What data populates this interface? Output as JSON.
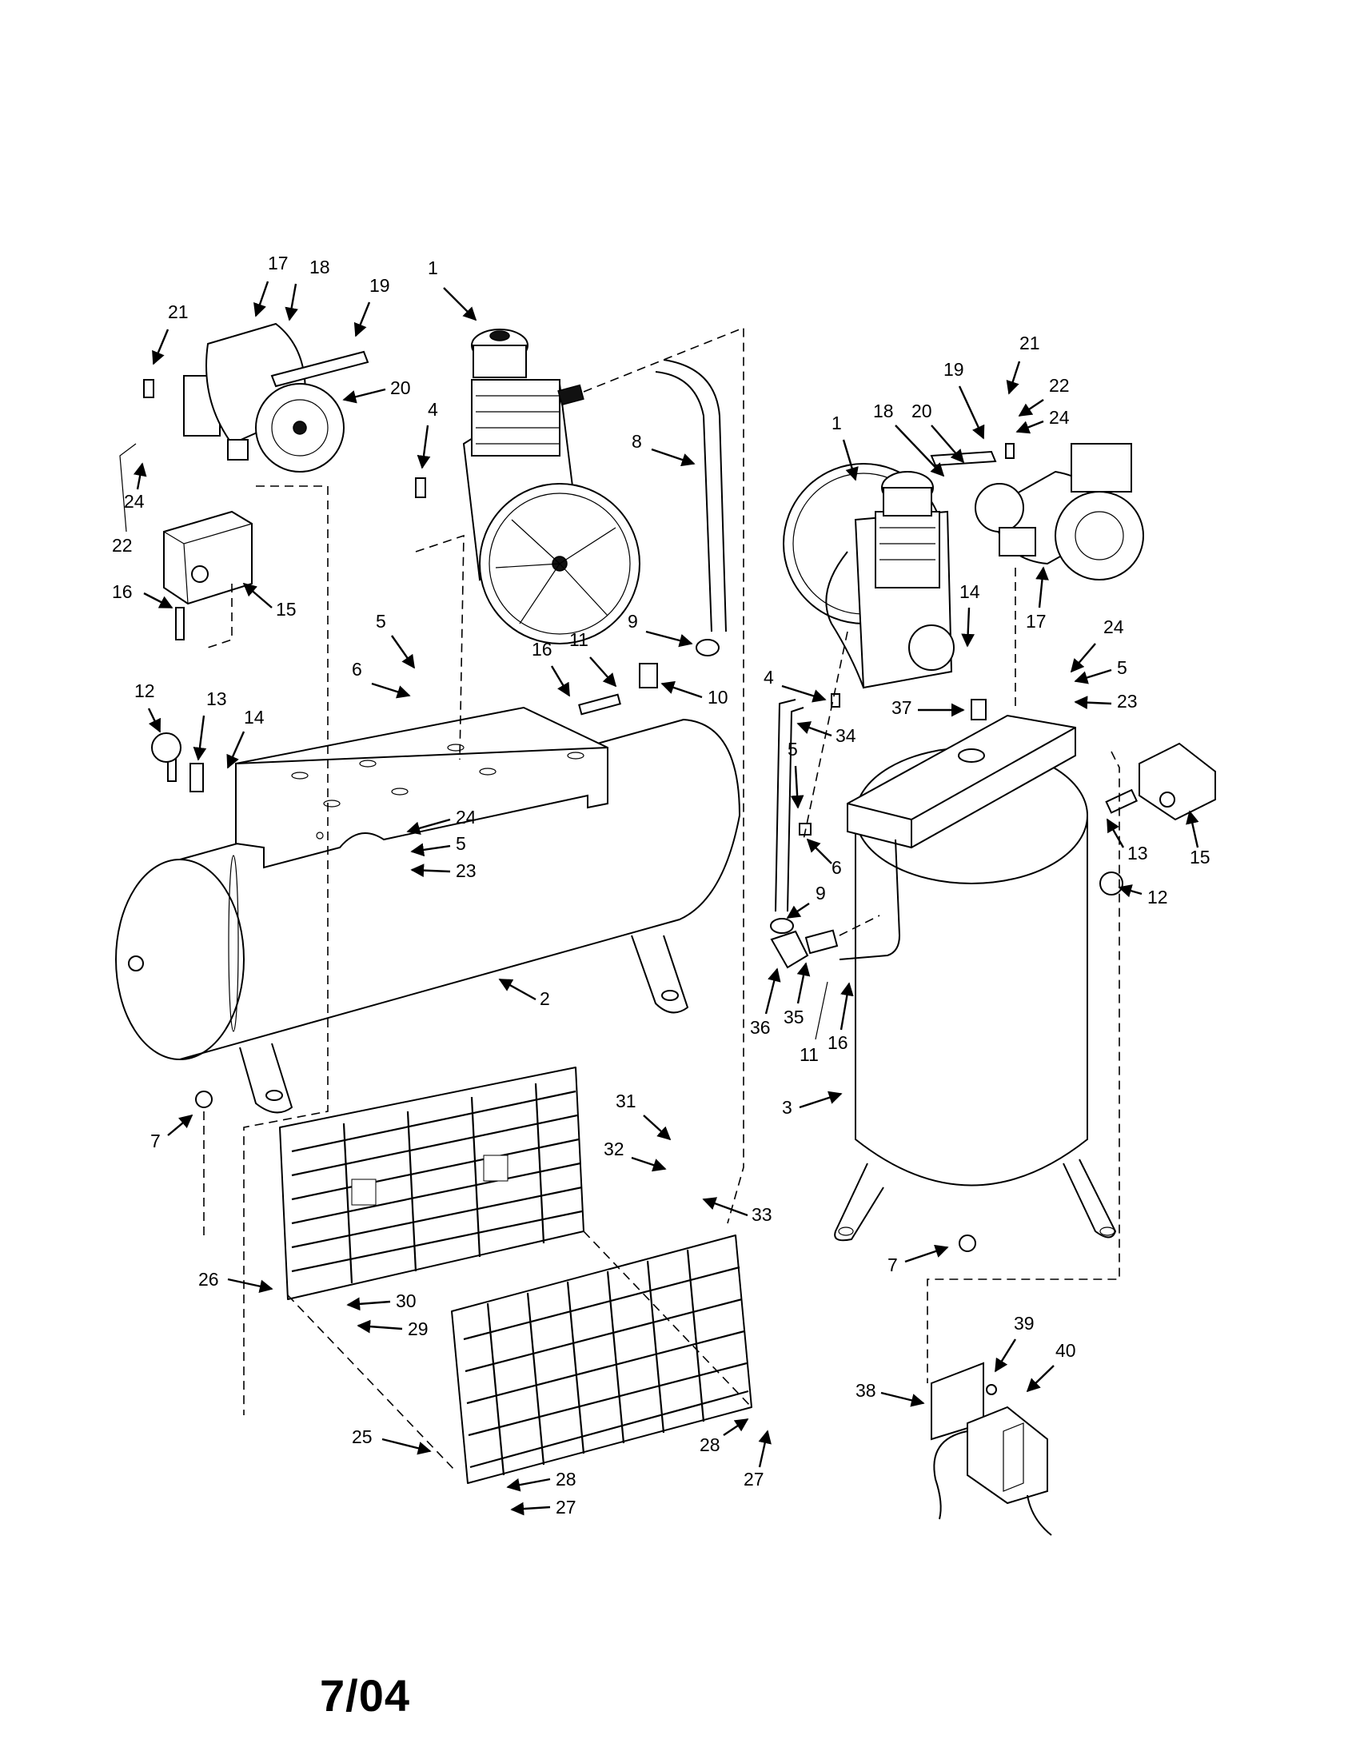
{
  "footer": {
    "date_code": "7/04"
  },
  "callouts": {
    "c1": "1",
    "c2": "2",
    "c3": "3",
    "c4": "4",
    "c5": "5",
    "c6": "6",
    "c7": "7",
    "c8": "8",
    "c9": "9",
    "c10": "10",
    "c11": "11",
    "c12": "12",
    "c13": "13",
    "c14": "14",
    "c15": "15",
    "c16": "16",
    "c17": "17",
    "c18": "18",
    "c19": "19",
    "c20": "20",
    "c21": "21",
    "c22": "22",
    "c23": "23",
    "c24": "24",
    "c25": "25",
    "c26": "26",
    "c27": "27",
    "c28": "28",
    "c29": "29",
    "c30": "30",
    "c31": "31",
    "c32": "32",
    "c33": "33",
    "c34": "34",
    "c35": "35",
    "c36": "36",
    "c37": "37",
    "c38": "38",
    "c39": "39",
    "c40": "40"
  }
}
